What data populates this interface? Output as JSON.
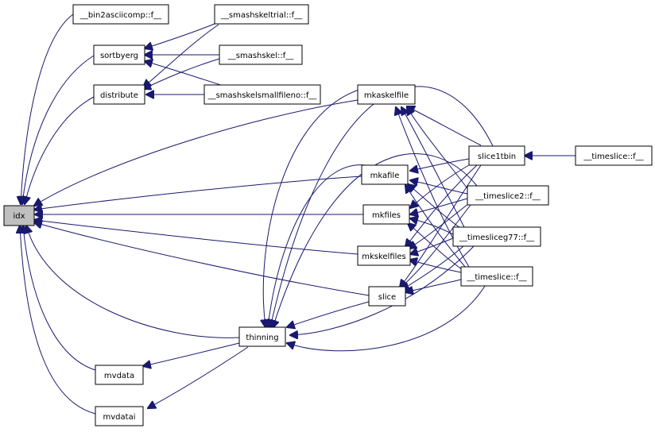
{
  "colors": {
    "edge": "#191970",
    "root_fill": "#bfbfbf",
    "node_fill": "#ffffff",
    "node_stroke": "#000000"
  },
  "nodes": {
    "idx": "idx",
    "bin2asciicomp": "__bin2asciicomp::f__",
    "smashskeltrial": "__smashskeltrial::f__",
    "sortbyerg": "sortbyerg",
    "smashskel": "__smashskel::f__",
    "distribute": "distribute",
    "smashskelsmallfileno": "__smashskelsmallfileno::f__",
    "mkaskelfile": "mkaskelfile",
    "slice1tbin": "slice1tbin",
    "timeslice_a": "__timeslice::f__",
    "mkafile": "mkafile",
    "timeslice2": "__timeslice2::f__",
    "mkfiles": "mkfiles",
    "timesliceg77": "__timesliceg77::f__",
    "mkskelfiles": "mkskelfiles",
    "timeslice_b": "__timeslice::f__",
    "slice": "slice",
    "thinning": "thinning",
    "mvdata": "mvdata",
    "mvdatai": "mvdatai"
  }
}
